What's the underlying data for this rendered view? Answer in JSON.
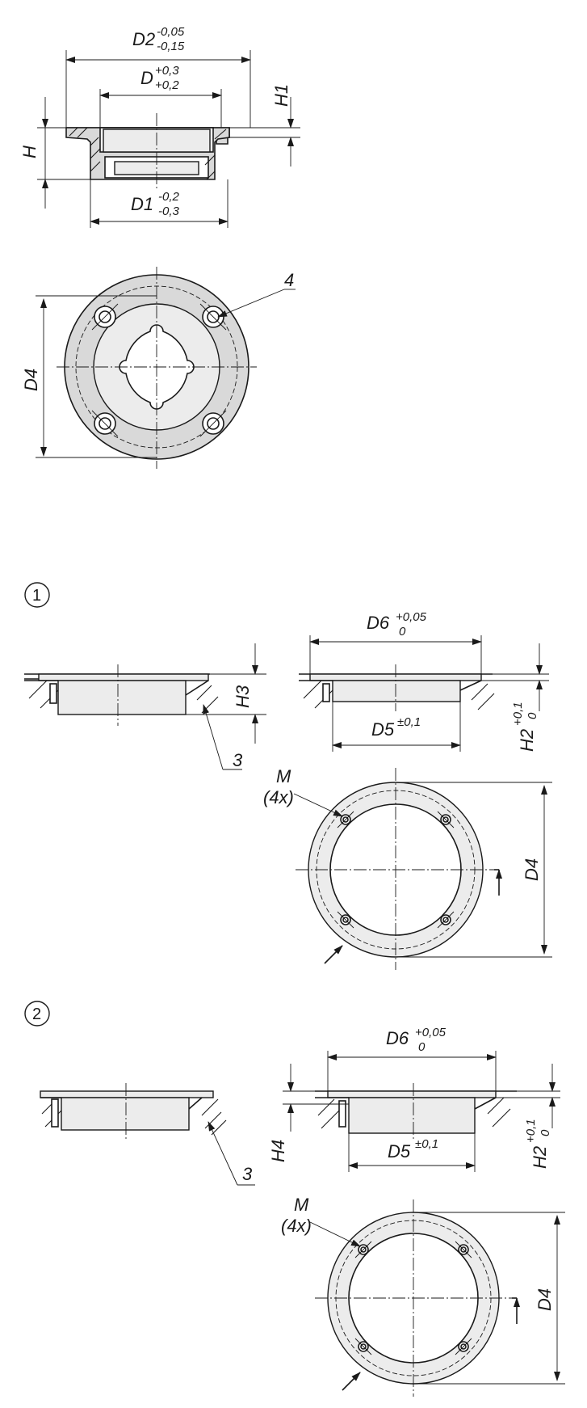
{
  "labels": {
    "D2": "D2",
    "D2_tol_upper": "-0,05",
    "D2_tol_lower": "-0,15",
    "D": "D",
    "D_tol_upper": "+0,3",
    "D_tol_lower": "+0,2",
    "H1": "H1",
    "H": "H",
    "D1": "D1",
    "D1_tol_upper": "-0,2",
    "D1_tol_lower": "-0,3",
    "D4": "D4",
    "callout_4": "4",
    "variant_1": "1",
    "variant_2": "2",
    "H3": "H3",
    "callout_3": "3",
    "D6": "D6",
    "D6_tol_upper": "+0,05",
    "D6_tol_lower": "0",
    "D5": "D5",
    "D5_tol": "±0,1",
    "H2": "H2",
    "H2_tol_upper": "+0,1",
    "H2_tol_lower": "0",
    "M": "M",
    "M_count": "(4x)",
    "H4": "H4"
  },
  "colors": {
    "line": "#1a1a1a",
    "part_fill": "#d9d9d9",
    "part_fill_light": "#ececec",
    "background": "#ffffff"
  }
}
